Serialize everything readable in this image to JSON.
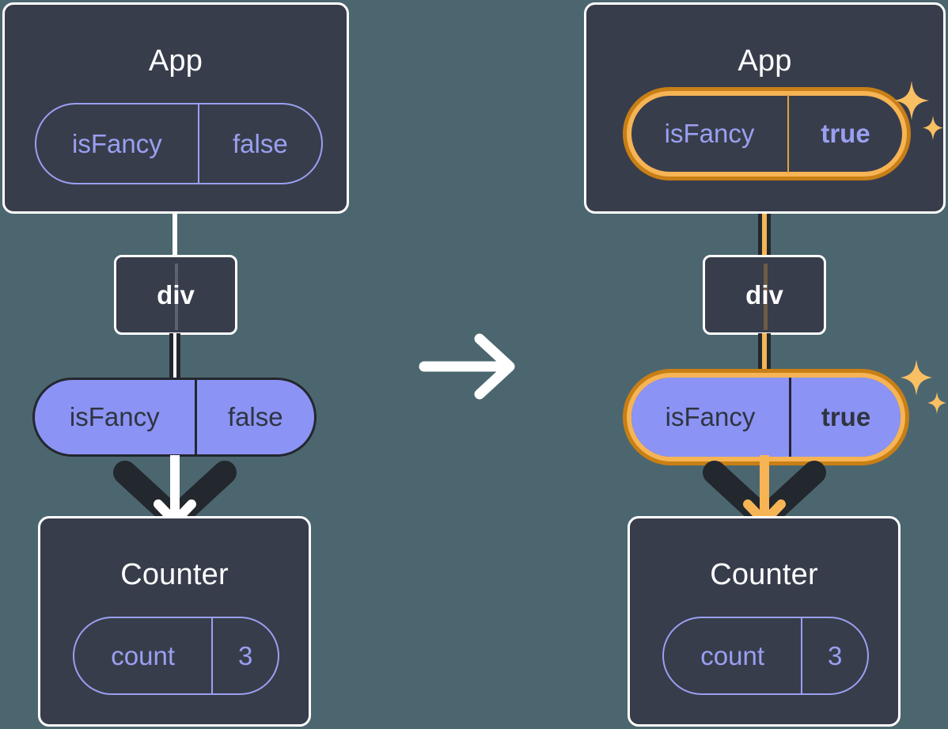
{
  "diagram": {
    "type": "react-props-flow",
    "background_color": "#4c666f",
    "box_fill": "#383d4c",
    "box_stroke": "#ffffff",
    "pill_purple": "#8b93f5",
    "pill_outline_color": "#9aa0f0",
    "highlight_orange_dark": "#c87f15",
    "highlight_orange_light": "#f6b455",
    "transition_icon": "right-arrow-icon"
  },
  "panels": [
    {
      "id": "before",
      "app": {
        "title": "App",
        "state_pill": {
          "name": "isFancy",
          "value": "false",
          "highlighted": false,
          "style": "outline"
        }
      },
      "div": {
        "label": "div"
      },
      "props_pill": {
        "name": "isFancy",
        "value": "false",
        "highlighted": false,
        "style": "solid"
      },
      "counter": {
        "title": "Counter",
        "state_pill": {
          "name": "count",
          "value": "3",
          "highlighted": false,
          "style": "outline"
        }
      },
      "arrow_color": "#ffffff",
      "sparkles": 0
    },
    {
      "id": "after",
      "app": {
        "title": "App",
        "state_pill": {
          "name": "isFancy",
          "value": "true",
          "highlighted": true,
          "style": "outline"
        }
      },
      "div": {
        "label": "div"
      },
      "props_pill": {
        "name": "isFancy",
        "value": "true",
        "highlighted": true,
        "style": "solid"
      },
      "counter": {
        "title": "Counter",
        "state_pill": {
          "name": "count",
          "value": "3",
          "highlighted": false,
          "style": "outline"
        }
      },
      "arrow_color": "#f6b455",
      "sparkles": 2
    }
  ]
}
